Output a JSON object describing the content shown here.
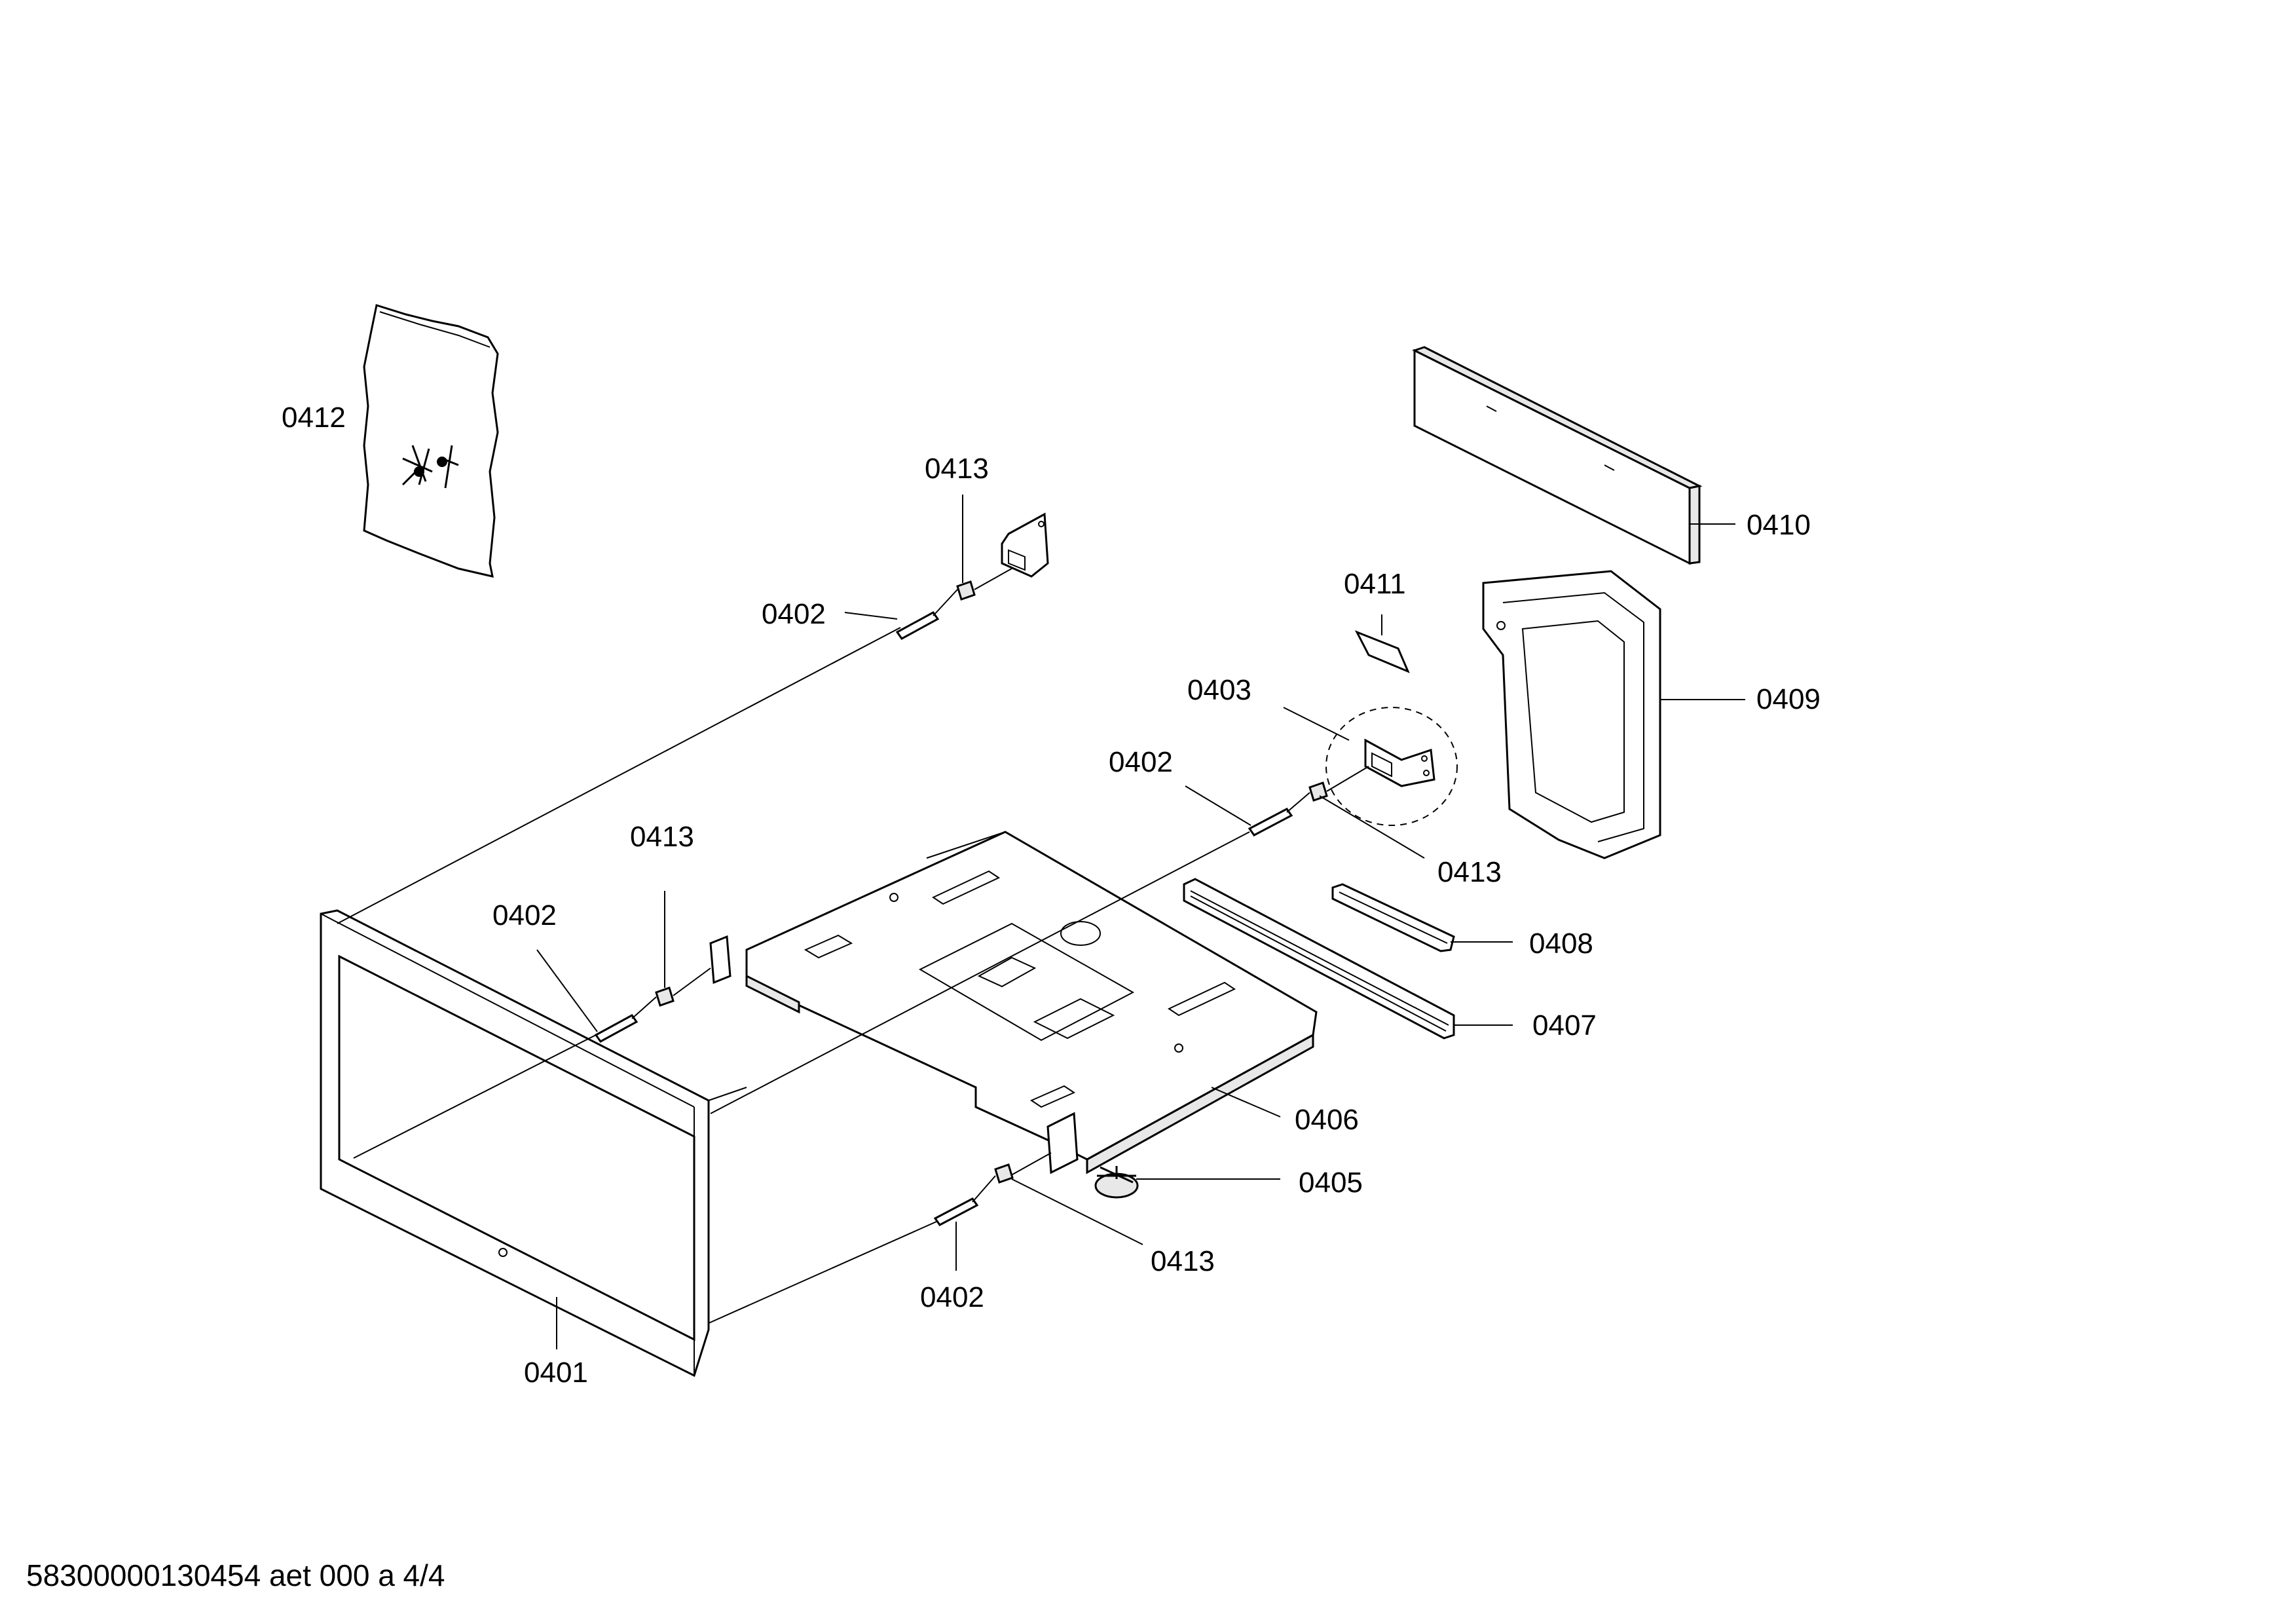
{
  "parts": {
    "p0401": "0401",
    "p0402_top": "0402",
    "p0402_mid_right": "0402",
    "p0402_left": "0402",
    "p0402_bottom": "0402",
    "p0403": "0403",
    "p0405": "0405",
    "p0406": "0406",
    "p0407": "0407",
    "p0408": "0408",
    "p0409": "0409",
    "p0410": "0410",
    "p0411": "0411",
    "p0412": "0412",
    "p0413_top": "0413",
    "p0413_right": "0413",
    "p0413_left": "0413",
    "p0413_bottom": "0413"
  },
  "footer": {
    "doc_id": "58300000130454 aet 000 a 4/4"
  }
}
